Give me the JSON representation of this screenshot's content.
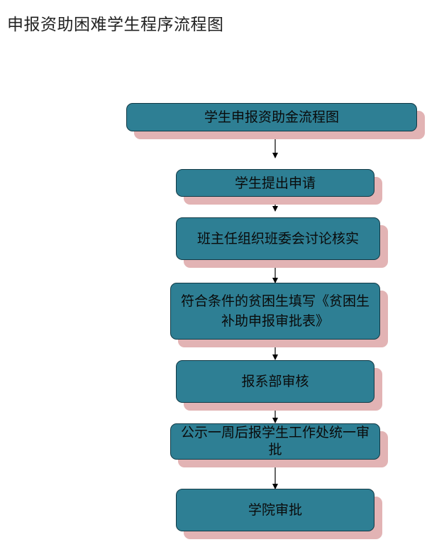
{
  "document": {
    "title": "申报资助困难学生程序流程图"
  },
  "flowchart": {
    "steps": [
      {
        "id": "step-1",
        "text": "学生申报资助金流程图"
      },
      {
        "id": "step-2",
        "text": "学生提出申请"
      },
      {
        "id": "step-3",
        "text": "班主任组织班委会讨论核实"
      },
      {
        "id": "step-4",
        "text": "符合条件的贫困生填写《贫困生补助申报审批表》"
      },
      {
        "id": "step-5",
        "text": "报系部审核"
      },
      {
        "id": "step-6",
        "text": "公示一周后报学生工作处统一审批"
      },
      {
        "id": "step-7",
        "text": "学院审批"
      }
    ],
    "colors": {
      "box_fill": "#2e7f94",
      "box_shadow": "#e2b3b4",
      "arrow": "#000000"
    }
  }
}
